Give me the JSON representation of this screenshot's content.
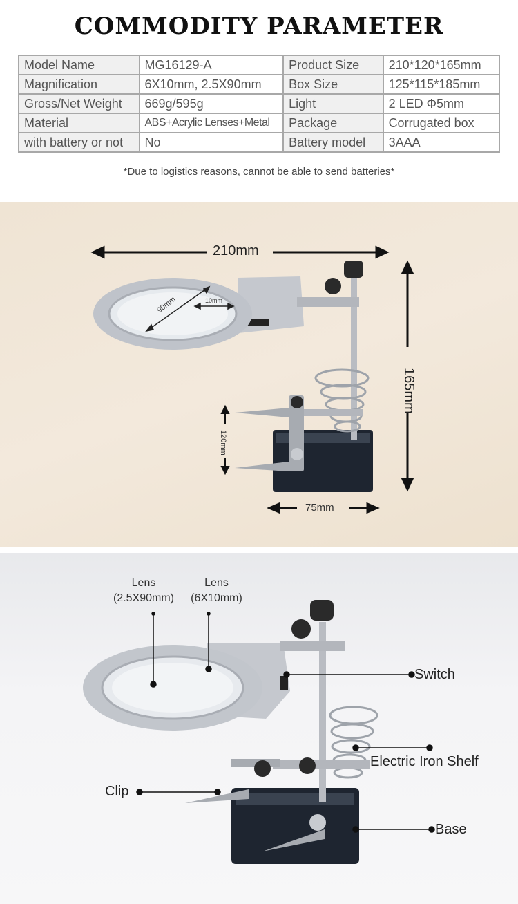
{
  "title": "COMMODITY PARAMETER",
  "table": {
    "rows": [
      {
        "k1": "Model Name",
        "v1": "MG16129-A",
        "k2": "Product Size",
        "v2": "210*120*165mm"
      },
      {
        "k1": "Magnification",
        "v1": "6X10mm, 2.5X90mm",
        "k2": "Box Size",
        "v2": "125*115*185mm"
      },
      {
        "k1": "Gross/Net Weight",
        "v1": "669g/595g",
        "k2": "Light",
        "v2": "2 LED Φ5mm"
      },
      {
        "k1": "Material",
        "v1": "ABS+Acrylic Lenses+Metal",
        "k2": "Package",
        "v2": "Corrugated box"
      },
      {
        "k1": "with battery or not",
        "v1": "No",
        "k2": "Battery model",
        "v2": "3AAA"
      }
    ]
  },
  "note": "*Due to logistics reasons, cannot be  able to send batteries*",
  "dimensions": {
    "width": "210mm",
    "height": "165mm",
    "depth": "120mm",
    "base": "75mm",
    "lens_large": "90mm",
    "lens_small": "10mm"
  },
  "callouts": {
    "lens1_title": "Lens",
    "lens1_spec": "(2.5X90mm)",
    "lens2_title": "Lens",
    "lens2_spec": "(6X10mm)",
    "switch": "Switch",
    "iron_shelf": "Electric Iron Shelf",
    "clip": "Clip",
    "base": "Base"
  },
  "colors": {
    "panel1_bg": "#f0e5d6",
    "panel2_bg": "#f2f2f4",
    "table_border": "#a8a8a8"
  }
}
